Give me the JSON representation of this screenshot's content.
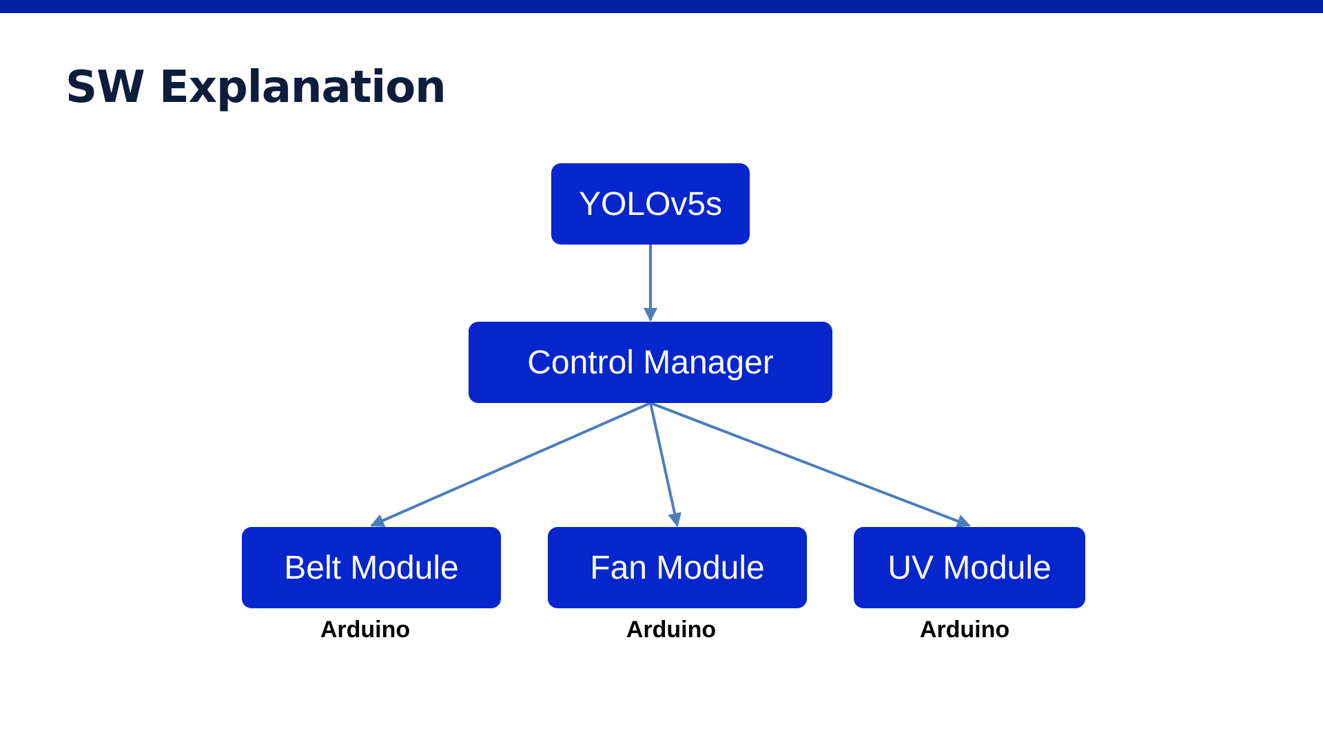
{
  "slide": {
    "title": "SW Explanation"
  },
  "diagram": {
    "nodes": {
      "yolo": "YOLOv5s",
      "control": "Control Manager",
      "belt": "Belt Module",
      "fan": "Fan Module",
      "uv": "UV Module"
    },
    "sublabels": {
      "belt": "Arduino",
      "fan": "Arduino",
      "uv": "Arduino"
    },
    "edges": [
      {
        "from": "yolo",
        "to": "control"
      },
      {
        "from": "control",
        "to": "belt"
      },
      {
        "from": "control",
        "to": "fan"
      },
      {
        "from": "control",
        "to": "uv"
      }
    ]
  },
  "colors": {
    "top_bar": "#0020a6",
    "box_fill": "#0626cc",
    "box_text": "#ffffff",
    "connector": "#4a7ebb",
    "title_text": "#0e1c3d"
  }
}
